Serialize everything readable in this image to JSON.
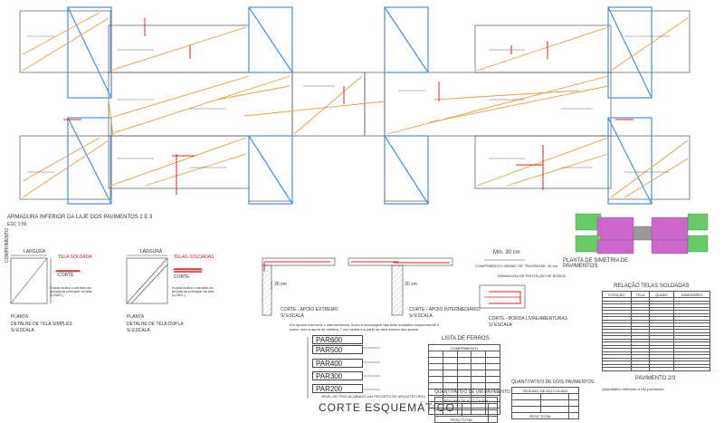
{
  "plan_title": "ARMADURA INFERIOR DA LAJE DOS PAVIMENTOS 2 E 3",
  "plan_scale": "ESC 1:50",
  "detail_simple": {
    "tag_top": "LARGURA",
    "legend_tag": "TELA SOLDADA",
    "legend_label": "CORTE",
    "length_tag": "COMPRIMENTO",
    "note": "A seta indica o sentido da armadura principal da tela (LONG.)",
    "plant_label": "PLANTA",
    "title": "DETALHE DE TELA SIMPLES",
    "scale": "S/ ESCALA"
  },
  "detail_double": {
    "tag_top": "LARGURA",
    "legend_tag": "TELAS SOLDADAS",
    "legend_label": "CORTE",
    "note": "A seta indica o sentido da armadura principal da tela (LONG.)",
    "plant_label": "PLANTA",
    "title": "DETALHE DE TELA DUPLA",
    "scale": "S/ ESCALA"
  },
  "section_end": {
    "dim": "30 cm",
    "title": "CORTE - APOIO EXTREMO",
    "scale": "S/ ESCALA"
  },
  "section_mid": {
    "dim": "30 cm",
    "title": "CORTE - APOIO INTERMEDIÁRIO",
    "scale": "S/ ESCALA"
  },
  "support_note": "Em apoios extremos e intermediários, ficam a ancoragem das telas soldadas independente e maior, com a ajuda de estribos 7 cm medidos a partir da face interna dos apoios.",
  "section_edge": {
    "min_label": "Mín. 30 cm",
    "length_note": "COMPRIMENTO MÍNIMO DE TRASPASSE: 30 cm",
    "protection_note": "ARMADURA DE PROTEÇÃO DE BORDA",
    "title": "CORTE - BORDA LIVRE/ABERTURAS",
    "scale": "S/ ESCALA"
  },
  "symmetry": {
    "title": "PLANTA DE SIMETRIA DE PAVIMENTOS",
    "colors": {
      "pink": "#cc66cc",
      "green": "#66cc66",
      "gray": "#999999"
    }
  },
  "schematic": {
    "title": "CORTE ESQUEMÁTICO",
    "levels": [
      "PAR600",
      "PAR500",
      "PAR400",
      "PAR300",
      "PAR200"
    ],
    "note": "NÍVEL DE PISO ACABADO (ver PROJETO DE ARQUITETURA)"
  },
  "lista_ferros": {
    "title": "LISTA DE FERROS",
    "rows": 10,
    "heading": "COMPRIMENTO"
  },
  "quant1": {
    "title": "QUANTITATIVO DE UM PAVIMENTO",
    "sub": "RESUMO DE AÇO CA-50A",
    "total_label": "PESO TOTAL"
  },
  "quant2": {
    "title": "QUANTITATIVO DE DOIS PAVIMENTOS",
    "sub": "RESUMO DE AÇO CA-50A",
    "total_label": "PESO TOTAL"
  },
  "relacao": {
    "title": "RELAÇÃO TELAS SOLDADAS",
    "cols": [
      "POSIÇÃO",
      "TELA",
      "QUANT.",
      "DIMENSÕES"
    ],
    "rows": 23,
    "footer": "PAVIMENTO 2/3",
    "note": "Quantitativo referente a UM pavimento"
  }
}
